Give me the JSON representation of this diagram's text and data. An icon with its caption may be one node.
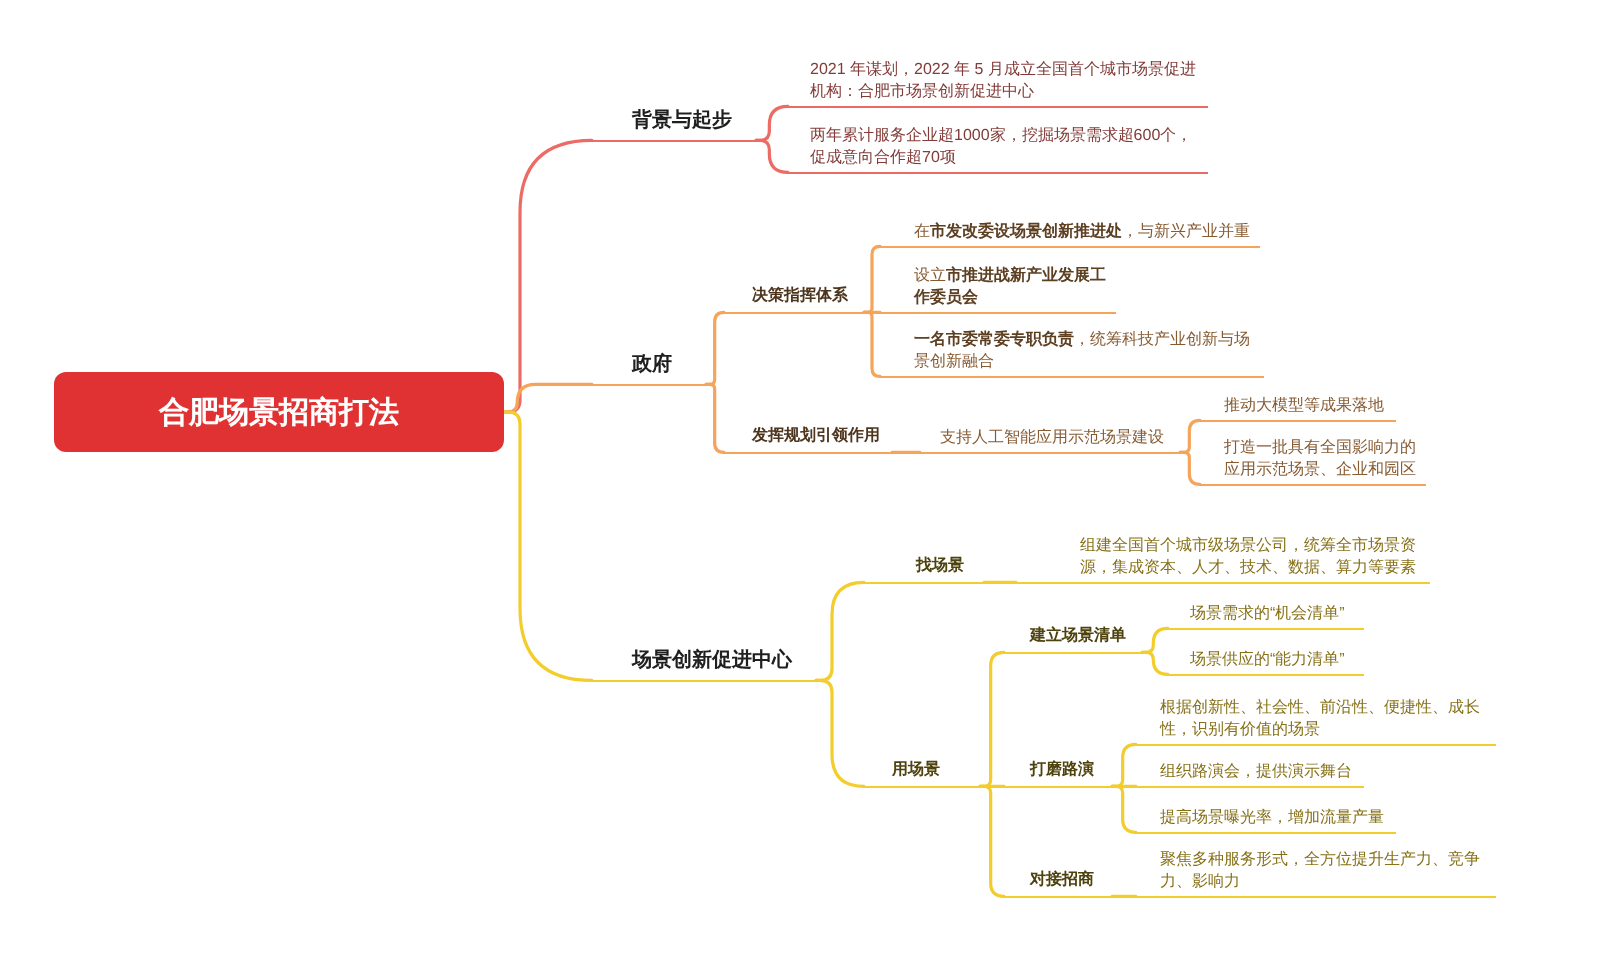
{
  "diagram": {
    "nodes": [
      {
        "text": [
          "合肥场景招商打法"
        ]
      },
      {
        "text": [
          "背景与起步"
        ]
      },
      {
        "text": [
          "2021 年谋划，2022 年 5 月成立全国首个城市场景促进机构：合肥市场景创新促进中心"
        ]
      },
      {
        "text": [
          "两年累计服务企业超1000家，挖掘场景需求超600个，促成意向合作超70项"
        ]
      },
      {
        "text": [
          "政府"
        ]
      },
      {
        "text": [
          "决策指挥体系"
        ]
      },
      {
        "text": [
          "在**市发改委设场景创新推进处**，与新兴产业并重"
        ]
      },
      {
        "text": [
          "设立**市推进战新产业发展工作委员会**"
        ]
      },
      {
        "text": [
          "**一名市委常委专职负责**，统筹科技产业创新与场景创新融合"
        ]
      },
      {
        "text": [
          "发挥规划引领作用"
        ]
      },
      {
        "text": [
          "支持人工智能应用示范场景建设"
        ]
      },
      {
        "text": [
          "推动大模型等成果落地"
        ]
      },
      {
        "text": [
          "打造一批具有全国影响力的应用示范场景、企业和园区"
        ]
      },
      {
        "text": [
          "场景创新促进中心"
        ]
      },
      {
        "text": [
          "找场景"
        ]
      },
      {
        "text": [
          "组建全国首个城市级场景公司，统筹全市场景资源，集成资本、人才、技术、数据、算力等要素"
        ]
      },
      {
        "text": [
          "用场景"
        ]
      },
      {
        "text": [
          "建立场景清单"
        ]
      },
      {
        "text": [
          "场景需求的“机会清单”"
        ]
      },
      {
        "text": [
          "场景供应的“能力清单”"
        ]
      },
      {
        "text": [
          "打磨路演"
        ]
      },
      {
        "text": [
          "根据创新性、社会性、前沿性、便捷性、成长性，识别有价值的场景"
        ]
      },
      {
        "text": [
          "组织路演会，提供演示舞台"
        ]
      },
      {
        "text": [
          "提高场景曝光率，增加流量产量"
        ]
      },
      {
        "text": [
          "对接招商"
        ]
      },
      {
        "text": [
          "聚焦多种服务形式，全方位提升生产力、竞争力、影响力"
        ]
      }
    ],
    "edges": [
      {
        "from": 0,
        "to": 1,
        "arrow": "none",
        "color": "#ec6b65"
      },
      {
        "from": 1,
        "to": 2,
        "arrow": "none",
        "color": "#ec6b65"
      },
      {
        "from": 1,
        "to": 3,
        "arrow": "none",
        "color": "#ec6b65"
      },
      {
        "from": 0,
        "to": 4,
        "arrow": "none",
        "color": "#f5a55a"
      },
      {
        "from": 4,
        "to": 5,
        "arrow": "none",
        "color": "#f5a55a"
      },
      {
        "from": 5,
        "to": 6,
        "arrow": "none",
        "color": "#f5a55a"
      },
      {
        "from": 5,
        "to": 7,
        "arrow": "none",
        "color": "#f5a55a"
      },
      {
        "from": 5,
        "to": 8,
        "arrow": "none",
        "color": "#f5a55a"
      },
      {
        "from": 4,
        "to": 9,
        "arrow": "none",
        "color": "#f5a55a"
      },
      {
        "from": 9,
        "to": 10,
        "arrow": "none",
        "color": "#f5a55a"
      },
      {
        "from": 10,
        "to": 11,
        "arrow": "none",
        "color": "#f5a55a"
      },
      {
        "from": 10,
        "to": 12,
        "arrow": "none",
        "color": "#f5a55a"
      },
      {
        "from": 0,
        "to": 13,
        "arrow": "none"
      },
      {
        "from": 13,
        "to": 14,
        "arrow": "none"
      },
      {
        "from": 14,
        "to": 15,
        "arrow": "none"
      },
      {
        "from": 13,
        "to": 16,
        "arrow": "none"
      },
      {
        "from": 16,
        "to": 17,
        "arrow": "none"
      },
      {
        "from": 17,
        "to": 18,
        "arrow": "none"
      },
      {
        "from": 17,
        "to": 19,
        "arrow": "none"
      },
      {
        "from": 16,
        "to": 20,
        "arrow": "none"
      },
      {
        "from": 20,
        "to": 21,
        "arrow": "none"
      },
      {
        "from": 20,
        "to": 22,
        "arrow": "none"
      },
      {
        "from": 20,
        "to": 23,
        "arrow": "none"
      },
      {
        "from": 16,
        "to": 24,
        "arrow": "none"
      },
      {
        "from": 24,
        "to": 25,
        "arrow": "none"
      }
    ]
  }
}
